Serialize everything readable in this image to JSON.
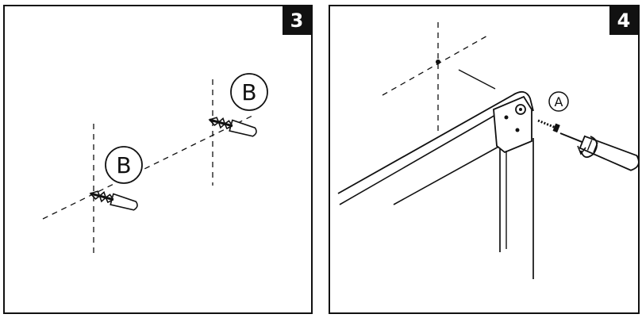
{
  "steps": [
    {
      "number": "3",
      "callouts": [
        "B",
        "B"
      ]
    },
    {
      "number": "4",
      "callouts": [
        "A"
      ]
    }
  ],
  "colors": {
    "ink": "#111111",
    "background": "#ffffff"
  }
}
